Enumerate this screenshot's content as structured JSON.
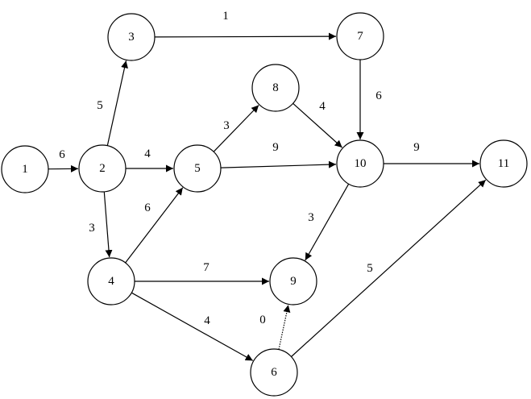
{
  "diagram": {
    "nodes": [
      {
        "id": "1",
        "label": "1"
      },
      {
        "id": "2",
        "label": "2"
      },
      {
        "id": "3",
        "label": "3"
      },
      {
        "id": "4",
        "label": "4"
      },
      {
        "id": "5",
        "label": "5"
      },
      {
        "id": "6",
        "label": "6"
      },
      {
        "id": "7",
        "label": "7"
      },
      {
        "id": "8",
        "label": "8"
      },
      {
        "id": "9",
        "label": "9"
      },
      {
        "id": "10",
        "label": "10"
      },
      {
        "id": "11",
        "label": "11"
      }
    ],
    "edges": [
      {
        "from": "1",
        "to": "2",
        "weight": "6",
        "style": "solid"
      },
      {
        "from": "2",
        "to": "3",
        "weight": "5",
        "style": "solid"
      },
      {
        "from": "2",
        "to": "5",
        "weight": "4",
        "style": "solid"
      },
      {
        "from": "2",
        "to": "4",
        "weight": "3",
        "style": "solid"
      },
      {
        "from": "3",
        "to": "7",
        "weight": "1",
        "style": "solid"
      },
      {
        "from": "4",
        "to": "5",
        "weight": "6",
        "style": "solid"
      },
      {
        "from": "4",
        "to": "9",
        "weight": "7",
        "style": "solid"
      },
      {
        "from": "4",
        "to": "6",
        "weight": "4",
        "style": "solid"
      },
      {
        "from": "5",
        "to": "8",
        "weight": "3",
        "style": "solid"
      },
      {
        "from": "5",
        "to": "10",
        "weight": "9",
        "style": "solid"
      },
      {
        "from": "6",
        "to": "9",
        "weight": "0",
        "style": "dotted"
      },
      {
        "from": "6",
        "to": "11",
        "weight": "5",
        "style": "solid"
      },
      {
        "from": "7",
        "to": "10",
        "weight": "6",
        "style": "solid"
      },
      {
        "from": "8",
        "to": "10",
        "weight": "4",
        "style": "solid"
      },
      {
        "from": "10",
        "to": "9",
        "weight": "3",
        "style": "solid"
      },
      {
        "from": "10",
        "to": "11",
        "weight": "9",
        "style": "solid"
      }
    ]
  }
}
